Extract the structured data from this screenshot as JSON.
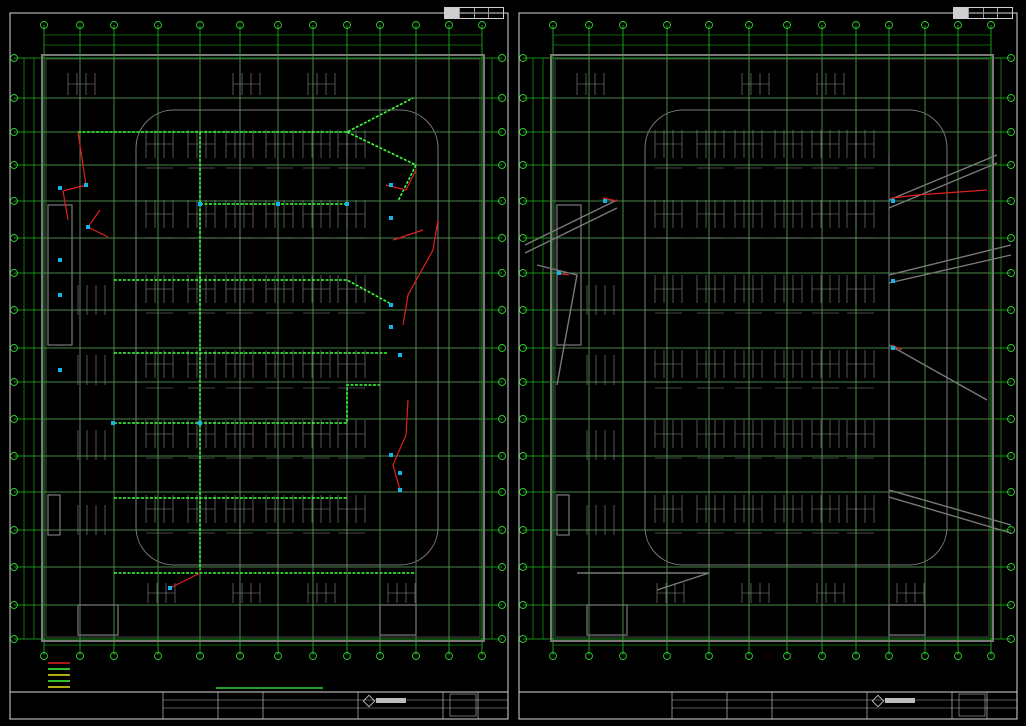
{
  "colors": {
    "background": "#000000",
    "frame": "#d9d9d9",
    "axis_grid": "#1fbf1f",
    "axis_bubble": "#2fd12f",
    "walls": "#7a7a7a",
    "parking": "#8c8c8c",
    "pipe_green": "#3cff3c",
    "pipe_red": "#e02020",
    "device_cyan": "#14b4e6"
  },
  "sheets": [
    {
      "id": "left",
      "drawing": "floor-plan-with-pipe-network"
    },
    {
      "id": "right",
      "drawing": "floor-plan-with-smoke-exhaust-ducts"
    }
  ],
  "icons": [
    "axis-bubble-icon",
    "device-icon",
    "company-logo-icon"
  ]
}
